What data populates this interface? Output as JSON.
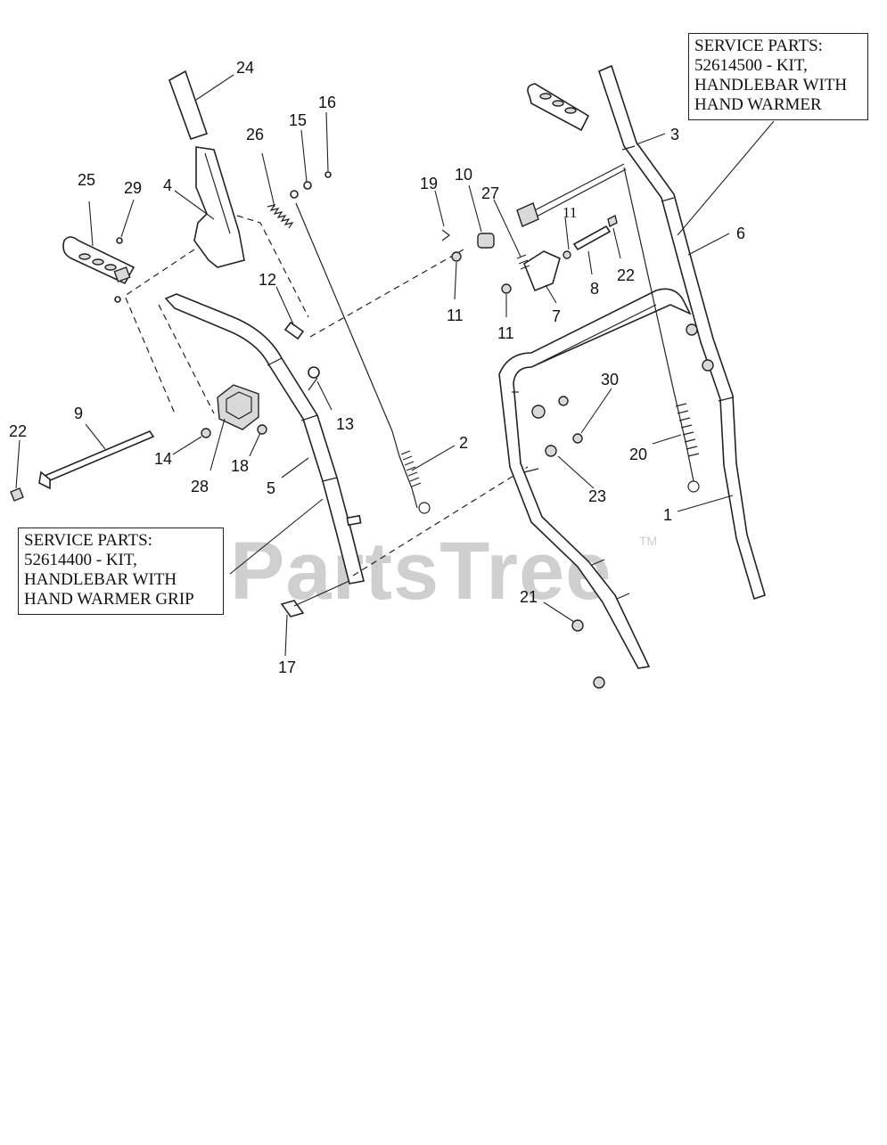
{
  "watermark": {
    "text": "PartsTree",
    "trademark": "TM"
  },
  "callouts": {
    "right": {
      "lines": [
        "SERVICE PARTS:",
        "52614500 - KIT,",
        "HANDLEBAR WITH",
        "HAND WARMER"
      ]
    },
    "left": {
      "lines": [
        "SERVICE PARTS:",
        "52614400 - KIT,",
        "HANDLEBAR WITH",
        "HAND WARMER GRIP"
      ]
    }
  },
  "part_labels": [
    "1",
    "2",
    "3",
    "4",
    "5",
    "6",
    "7",
    "8",
    "9",
    "10",
    "11",
    "11",
    "11",
    "12",
    "13",
    "14",
    "15",
    "16",
    "17",
    "18",
    "19",
    "20",
    "21",
    "22",
    "22",
    "23",
    "24",
    "25",
    "26",
    "27",
    "28",
    "29",
    "30"
  ]
}
